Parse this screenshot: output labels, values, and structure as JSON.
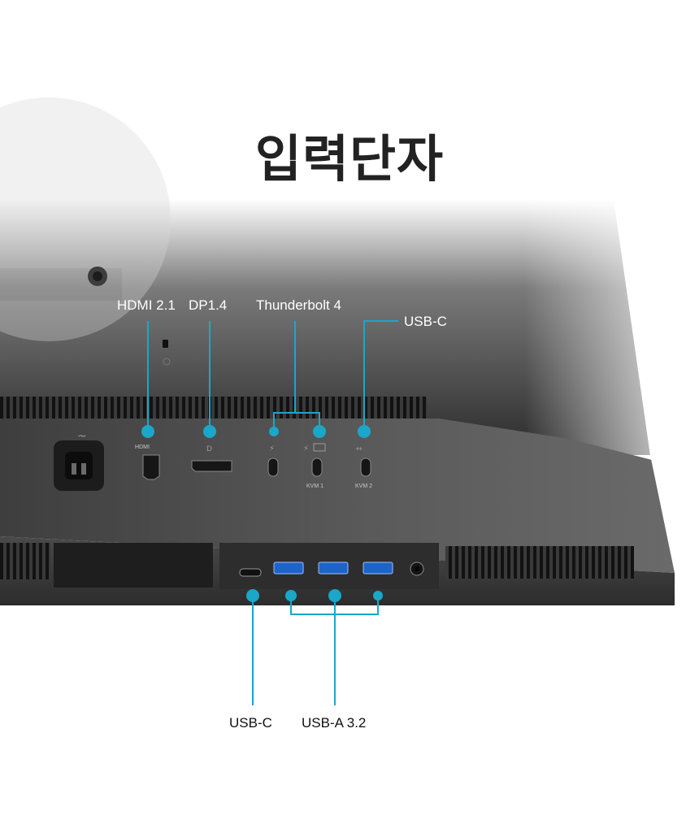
{
  "title": "입력단자",
  "accent_color": "#1aa7c9",
  "callouts_top": [
    {
      "label": "HDMI 2.1"
    },
    {
      "label": "DP1.4"
    },
    {
      "label": "Thunderbolt 4"
    },
    {
      "label": "USB-C"
    }
  ],
  "callouts_bottom": [
    {
      "label": "USB-C"
    },
    {
      "label": "USB-A 3.2"
    }
  ],
  "port_marks": {
    "hdmi": "HDMI",
    "kvm1": "KVM 1",
    "kvm2": "KVM 2"
  }
}
